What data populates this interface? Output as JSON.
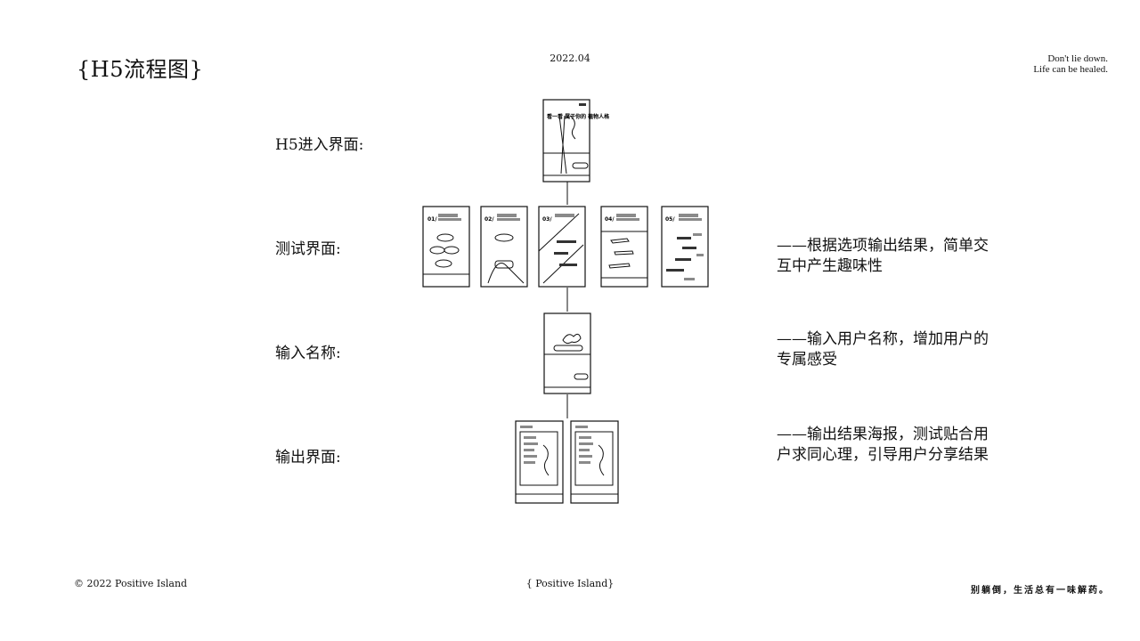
{
  "header": {
    "title": "{H5流程图}",
    "date": "2022.04",
    "motto_line1": "Don't lie down.",
    "motto_line2": "Life can be healed."
  },
  "stages": [
    {
      "label": "H5进入界面:",
      "note": ""
    },
    {
      "label": "测试界面:",
      "note": "——根据选项输出结果，简单交互中产生趣味性"
    },
    {
      "label": "输入名称:",
      "note": "——输入用户名称，增加用户的专属感受"
    },
    {
      "label": "输出界面:",
      "note": "——输出结果海报，测试贴合用户求同心理，引导用户分享结果"
    }
  ],
  "screens": {
    "entry_title_text": "看一看 属于你的 植物人格"
  },
  "footer": {
    "left": "© 2022 Positive Island",
    "center": "{ Positive Island}",
    "right": "别躺倒，生活总有一味解药。"
  }
}
